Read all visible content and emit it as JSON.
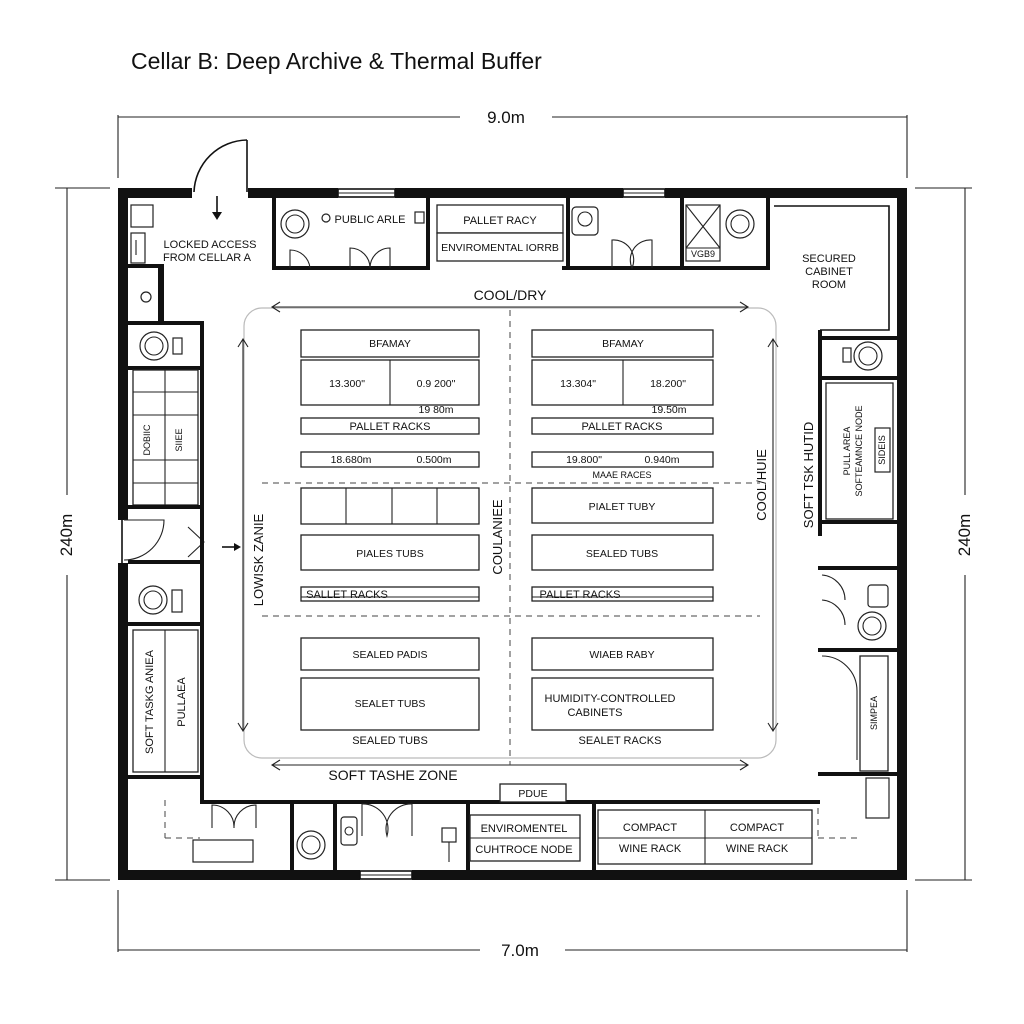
{
  "title": "Cellar B: Deep Archive & Thermal Buffer",
  "dimensions": {
    "top": "9.0m",
    "bottom": "7.0m",
    "left": "240m",
    "right": "240m"
  },
  "rooms": {
    "locked_access_line1": "LOCKED ACCESS",
    "locked_access_line2": "FROM CELLAR A",
    "public_area": "PUBLIC ARLE",
    "pallet_rack_top": "PALLET RACY",
    "environmental_top": "ENVIROMENTAL IORRB",
    "vgb9": "VGB9",
    "secured_line1": "SECURED",
    "secured_line2": "CABINET",
    "secured_line3": "ROOM",
    "left_lower_vertical": "SOFT TASKG ANIEA",
    "left_lower_vertical2": "PULLAEA",
    "right_mid_vertical1": "PULL AREA",
    "right_mid_vertical2": "SOFTEAMNCE NODE",
    "right_lower_vertical": "SIMPEA",
    "left_small_vertical1": "DOBIIC",
    "left_small_vertical2": "SIIEE",
    "right_small_vertical": "SIDEIS",
    "pdue": "PDUE",
    "env_bottom_line1": "ENVIROMENTEL",
    "env_bottom_line2": "CUHTROCE NODE",
    "compact_1": "COMPACT",
    "compact_2": "COMPACT",
    "wine_rack_1": "WINE RACK",
    "wine_rack_2": "WINE RACK"
  },
  "zones": {
    "cool_dry": "COOL/DRY",
    "lowisk_zone": "LOWISK ZANIE",
    "coulaniee": "COULANIEE",
    "cool_huie": "COOL/HUIE",
    "soft_tsk_hutid": "SOFT TSK HUTID",
    "soft_task_zone": "SOFT TASHE ZONE"
  },
  "storage": {
    "left": {
      "header": "BFAMAY",
      "dim_a": "13.300\"",
      "dim_b": "0.9 200\"",
      "dim_c": "19 80m",
      "pallet_racks": "PALLET RACKS",
      "dim_d": "18.680m",
      "dim_e": "0.500m",
      "piales_tubs": "PIALES TUBS",
      "sallet_racks": "SALLET RACKS",
      "sealed_pads": "SEALED PADIS",
      "sealet_tubs": "SEALET TUBS",
      "sealed_tubs": "SEALED TUBS"
    },
    "right": {
      "header": "BFAMAY",
      "dim_a": "13.304\"",
      "dim_b": "18.200\"",
      "dim_c": "19.50m",
      "pallet_racks": "PALLET RACKS",
      "dim_d": "19.800\"",
      "dim_e": "0.940m",
      "maae_races": "MAAE RACES",
      "pialet_tuby": "PIALET TUBY",
      "sealed_tubs": "SEALED TUBS",
      "pallet_racks_2": "PALLET RACKS",
      "wiaeb_raby": "WIAEB RABY",
      "humidity_line1": "HUMIDITY-CONTROLLED",
      "humidity_line2": "CABINETS",
      "sealet_racks": "SEALET RACKS"
    }
  },
  "colors": {
    "wall": "#111111",
    "background": "#ffffff"
  }
}
